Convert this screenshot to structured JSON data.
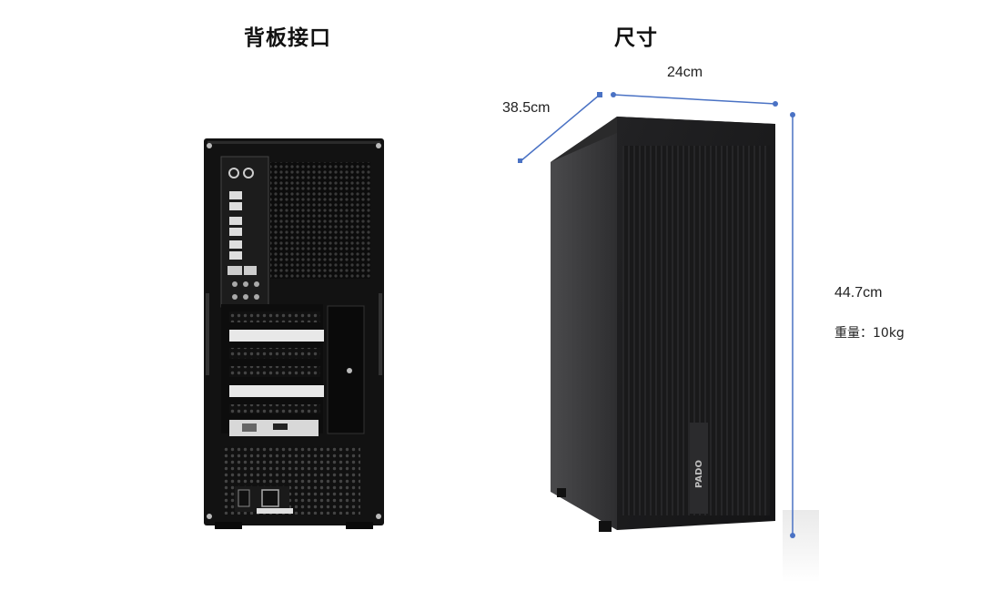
{
  "sections": {
    "back_panel_title": "背板接口",
    "size_title": "尺寸"
  },
  "dimensions": {
    "width": "24cm",
    "depth": "38.5cm",
    "height": "44.7cm",
    "weight": "重量：10kg"
  },
  "product": {
    "brand_mark": "PADO"
  },
  "colors": {
    "dimension_line": "#4a72c4",
    "case_front": "#1b1b1c",
    "case_side": "#3c3c3e",
    "case_back": "#111111"
  }
}
